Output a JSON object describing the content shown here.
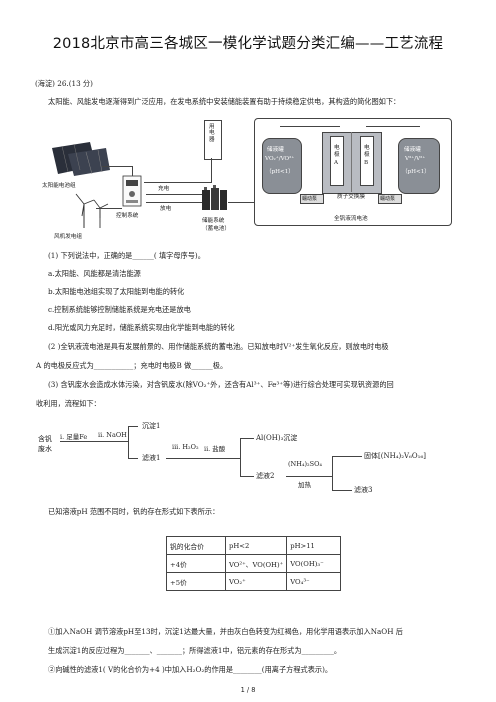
{
  "doc": {
    "title": "2018北京市高三各城区一模化学试题分类汇编——工艺流程",
    "source": "(海淀) 26.(13 分)",
    "intro": "太阳能、风能发电逐渐得到广泛应用，在发电系统中安装储能装置有助于持续稳定供电，其构造的简化图如下："
  },
  "figure1": {
    "solar_label": "太阳能电池组",
    "wind_label": "风机发电组",
    "controller_label": "控制系统",
    "storage_label": "储能系统",
    "storage_sub": "（蓄电池）",
    "user_label": "用电器",
    "charge_label": "充电",
    "discharge_label": "放电",
    "tank_left": "储液罐",
    "tank_left_content": "VO₂⁺/VO²⁺",
    "tank_left_ph": "（pH<1）",
    "tank_right": "储液罐",
    "tank_right_content": "V³⁺/V²⁺",
    "tank_right_ph": "（pH<1）",
    "electrode_a": "电极A",
    "electrode_b": "电极B",
    "pump_left": "蠕动泵",
    "pump_right": "蠕动泵",
    "membrane": "质子交换膜",
    "battery_label": "全钒液流电池"
  },
  "questions": {
    "q1": "(1)  下列说法中，正确的是______(  填字母序号)。",
    "q1a": "a.太阳能、风能都是清洁能源",
    "q1b": "b.太阳能电池组实现了太阳能到电能的转化",
    "q1c": "c.控制系统能够控制储能系统是充电还是放电",
    "q1d": "d.阳光或风力充足时，储能系统实现由化学能到电能的转化",
    "q2_line1": "(2  )全钒液流电池是具有发展前景的、用作储能系统的蓄电池。已知放电时V²⁺发生氧化反应，则放电时电极",
    "q2_line2": "A  的电极反应式为___________；充电时电极B  做______极。",
    "q3_line1": "(3)  含钒废水会造成水体污染，对含钒废水(除VO₂⁺外，还含有Al³⁺、Fe³⁺等)进行综合处理可实现钒资源的回",
    "q3_line2": "收利用，流程如下："
  },
  "flow": {
    "start": "含钒",
    "start2": "废水",
    "step1": "i. 足量Fe",
    "step2": "ii. NaOH",
    "precip1": "沉淀1",
    "filtrate1": "滤液1",
    "step3": "iii. H₂O₂",
    "step4": "ii. 盐酸",
    "product1": "Al(OH)₃沉淀",
    "filtrate2": "滤液2",
    "reagent": "(NH₄)₂SO₄",
    "heat": "加热",
    "solid": "固体[(NH₄)₂V₆O₁₆]",
    "filtrate3": "滤液3"
  },
  "known": "已知溶液pH  范围不同时，钒的存在形式如下表所示：",
  "table": {
    "header": [
      "钒的化合价",
      "pH<2",
      "pH>11"
    ],
    "rows": [
      [
        "+4价",
        "VO²⁺、VO(OH)⁺",
        "VO(OH)₃⁻"
      ],
      [
        "+5价",
        "VO₂⁺",
        "VO₄³⁻"
      ]
    ]
  },
  "followups": {
    "f1_line1": "①加入NaOH  调节溶液pH至13时，沉淀1达最大量，并由灰白色转变为红褐色，用化学用语表示加入NaOH  后",
    "f1_line2": "生成沉淀1的反应过程为_______、_______；所得滤液1中，铝元素的存在形式为_________。",
    "f2": "②向碱性的滤液1(  V的化合价为+4  )中加入H₂O₂的作用是________(用离子方程式表示)。"
  },
  "footer": "1 / 8"
}
